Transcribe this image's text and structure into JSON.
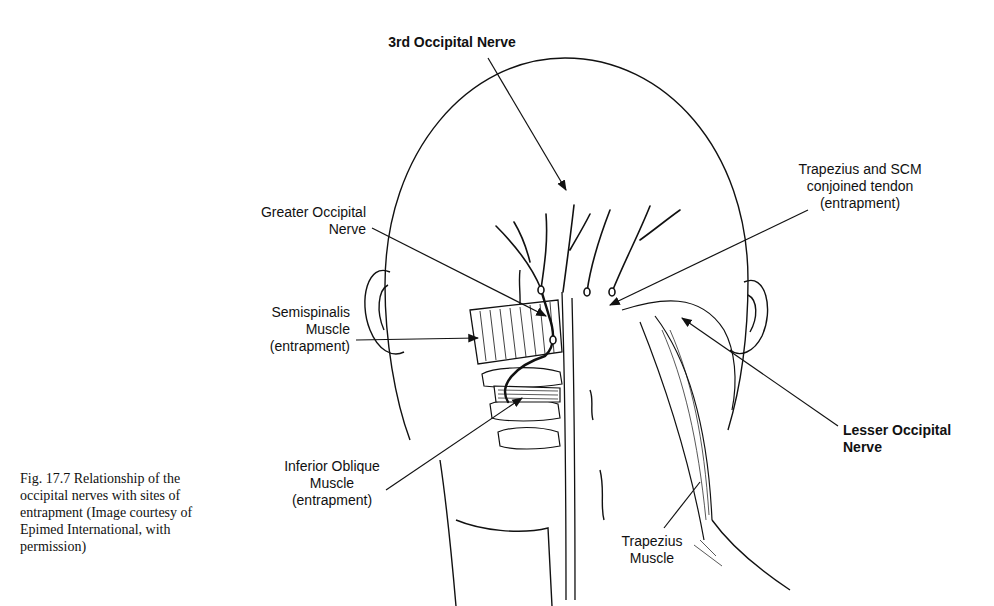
{
  "diagram": {
    "caption": "Fig. 17.7 Relationship of the occipital nerves with sites of entrapment (Image courtesy of Epimed International, with permission)",
    "labels": [
      "3rd Occipital Nerve",
      "Greater Occipital Nerve",
      "Semispinalis Muscle (entrapment)",
      "Inferior Oblique Muscle (entrapment)",
      "Trapezius and SCM conjoined tendon (entrapment)",
      "Lesser Occipital Nerve",
      "Trapezius Muscle"
    ]
  }
}
